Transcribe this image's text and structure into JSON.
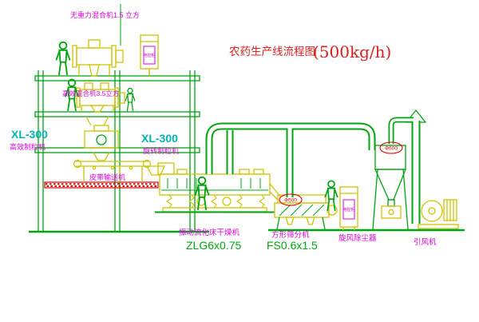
{
  "diagram": {
    "title": "农药生产线流程图",
    "capacity": "(500kg/h)",
    "equipment": {
      "top_mixer": {
        "label": "无重力混合机1.5 立方"
      },
      "second_mixer": {
        "label": "高效混合机3.5立方"
      },
      "granulator_left": {
        "model": "XL-300",
        "name": "高效制粒机"
      },
      "granulator_mid": {
        "model": "XL-300",
        "name": "旋转制粒机"
      },
      "belt_conveyor": {
        "name": "皮带输送机"
      },
      "fluid_bed_dryer": {
        "name": "振动流化床干燥机",
        "model": "ZLG6x0.75"
      },
      "square_sieve": {
        "name": "方形筛分机",
        "model": "FS0.6x1.5"
      },
      "cyclone": {
        "name": "旋风除尘器"
      },
      "induced_draft_fan": {
        "name": "引风机"
      },
      "control_cabinet": {
        "label": "电控柜"
      }
    },
    "callouts": {
      "duct_diameter": "Φ500",
      "cyclone_diameter": "Φ600"
    },
    "colors": {
      "line_yellow": "#cfc400",
      "line_green": "#00a410",
      "label_magenta": "#dd00dd",
      "title_red": "#d81e1e",
      "model_cyan": "#00b4b4",
      "model_green": "#00a410",
      "accent_red": "#e00000"
    }
  }
}
